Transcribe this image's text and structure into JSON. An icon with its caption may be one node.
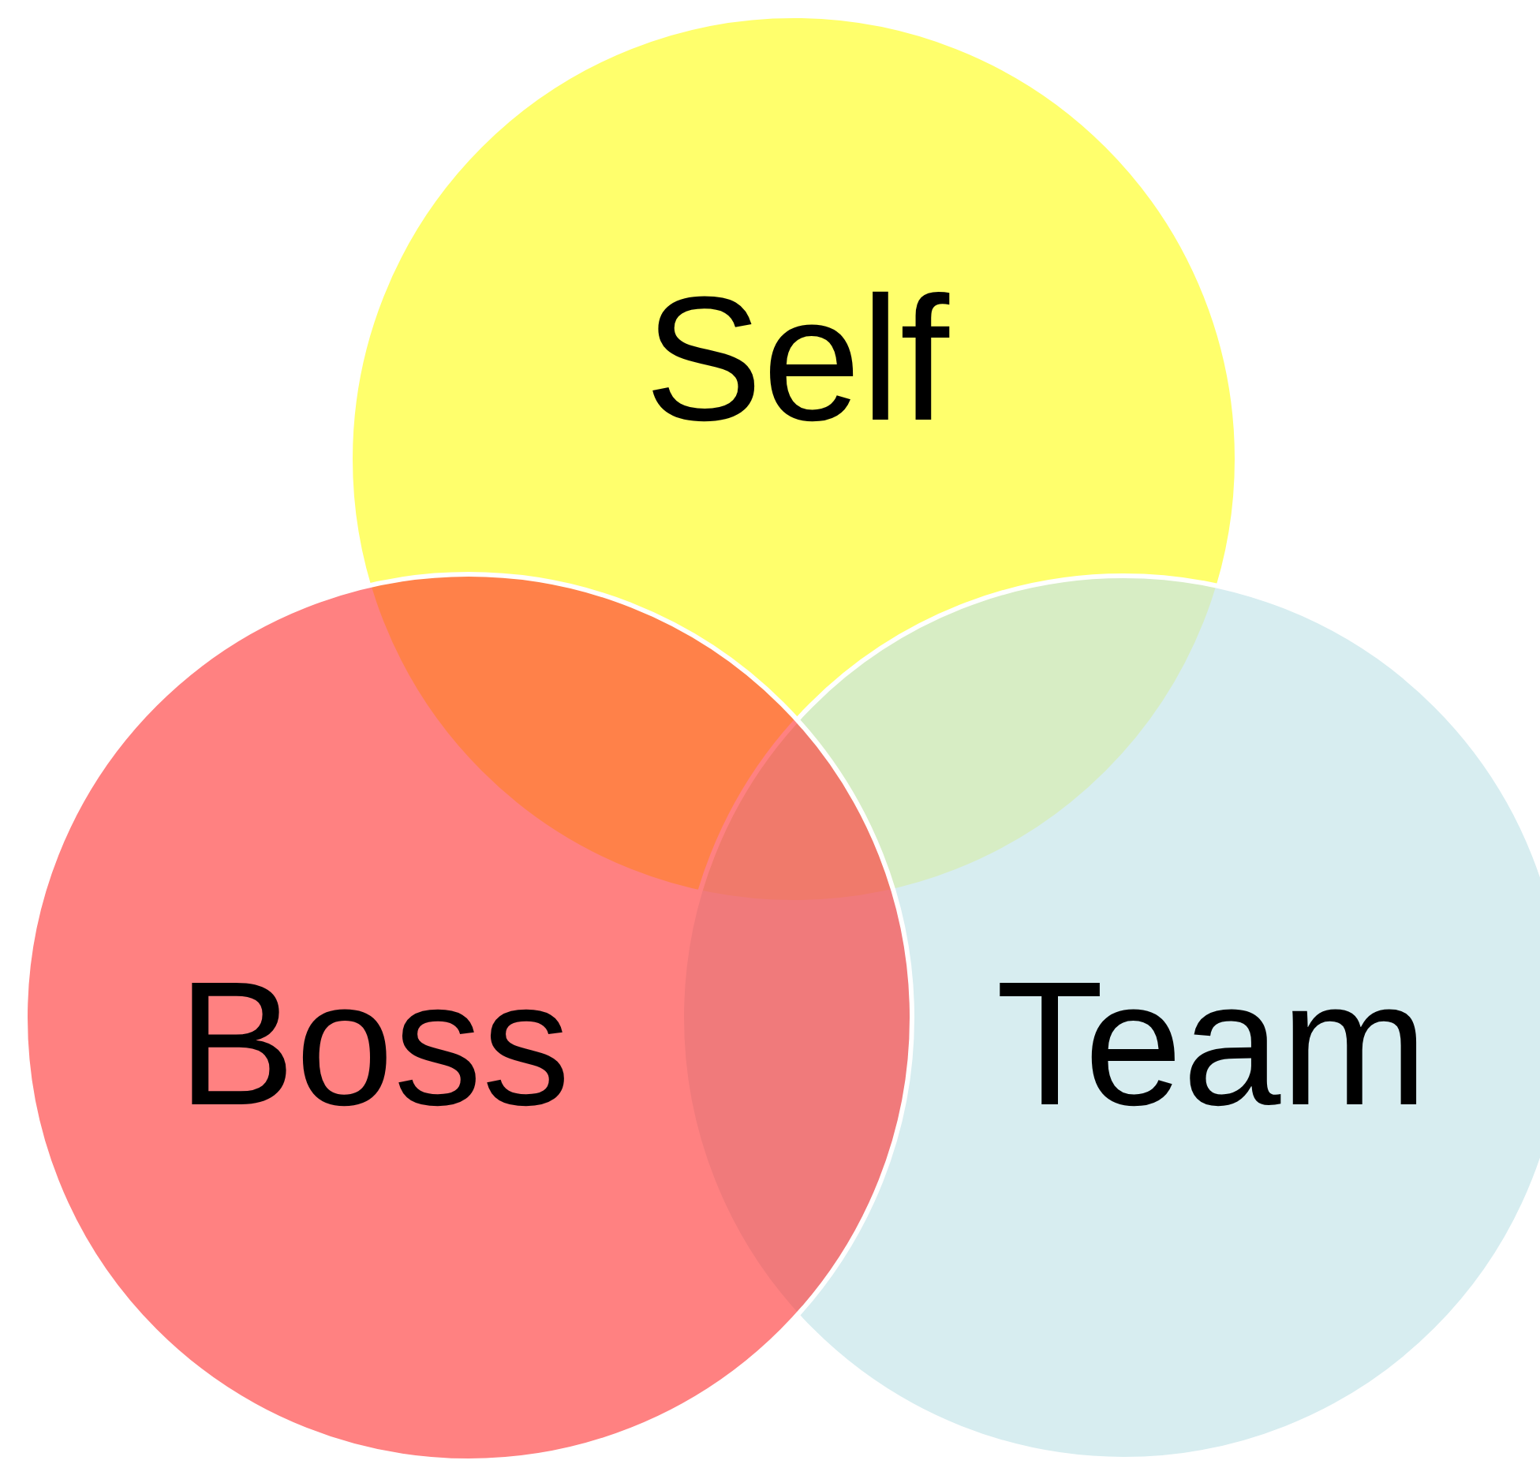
{
  "diagram": {
    "nodes": [
      {
        "text": [
          "Self"
        ]
      },
      {
        "text": [
          "Boss"
        ]
      },
      {
        "text": [
          "Team"
        ]
      }
    ]
  }
}
